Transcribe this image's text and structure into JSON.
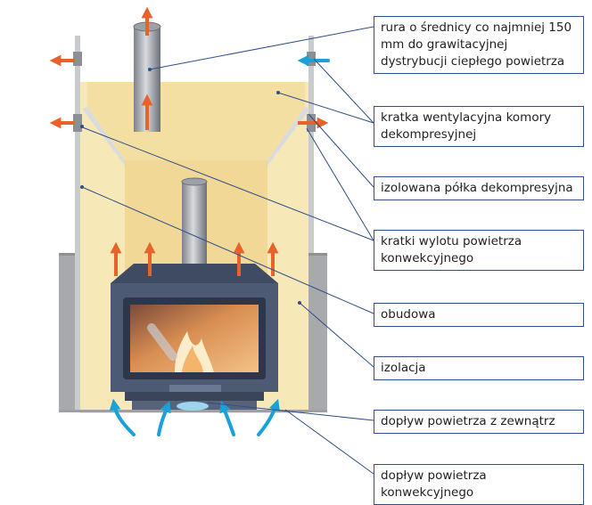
{
  "labels": {
    "pipe": "rura o średnicy co najmniej 150 mm do grawitacyjnej dystrybucji ciepłego powietrza",
    "vent_grille": "kratka wentylacyjna komory dekompresyjnej",
    "shelf": "izolowana półka dekompresyjna",
    "outlet_grilles": "kratki wylotu powietrza konwekcyjnego",
    "casing": "obudowa",
    "insulation": "izolacja",
    "outside_air": "dopływ powietrza z zewnątrz",
    "convection_air": "dopływ powietrza konwekcyjnego"
  },
  "colors": {
    "warm_air": "#e8622c",
    "cold_air": "#1aa1d8",
    "leader_line": "#2f4f86",
    "insulation": "#f7e8b8",
    "chamber": "#f4dfa3",
    "casing": "#a7a9ac",
    "stove": "#4c5a74"
  }
}
